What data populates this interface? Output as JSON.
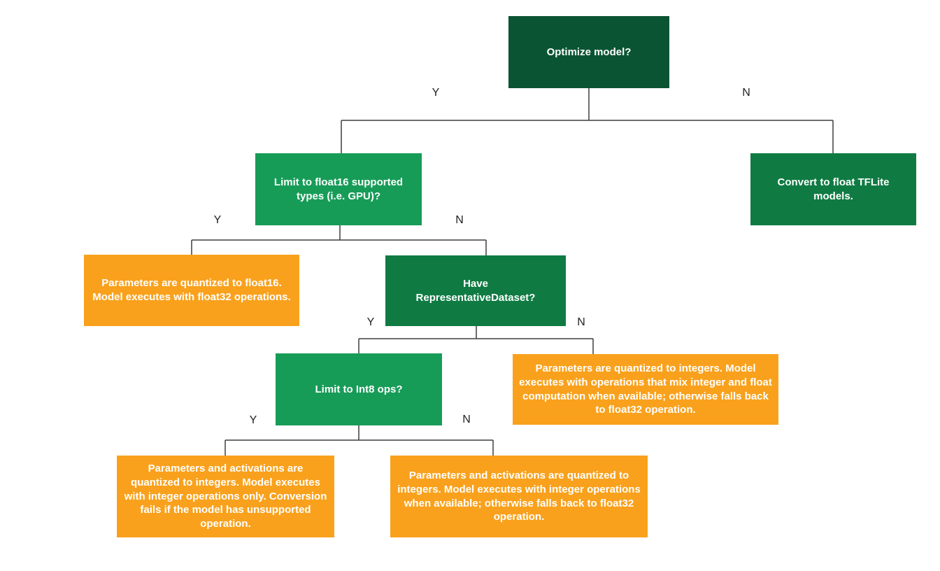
{
  "diagram": {
    "nodes": {
      "optimize": {
        "label": "Optimize model?"
      },
      "limit_float16": {
        "label": "Limit to float16 supported types (i.e. GPU)?"
      },
      "convert_float": {
        "label": "Convert to float TFLite models."
      },
      "float16_result": {
        "label": "Parameters are quantized to float16. Model executes with float32 operations."
      },
      "have_representative_dataset": {
        "label": "Have RepresentativeDataset?"
      },
      "limit_int8": {
        "label": "Limit to Int8 ops?"
      },
      "mixed_result": {
        "label": "Parameters are quantized to integers. Model executes with operations that mix integer and float computation when available; otherwise falls back to float32 operation."
      },
      "int8_only_result": {
        "label": "Parameters and activations are quantized to integers. Model executes with integer operations only. Conversion fails if the model has unsupported operation."
      },
      "int8_fallback_result": {
        "label": "Parameters and activations are quantized to integers. Model executes with integer operations when available; otherwise falls back to float32 operation."
      }
    },
    "edge_labels": {
      "optimize_yes": "Y",
      "optimize_no": "N",
      "limit_float16_yes": "Y",
      "limit_float16_no": "N",
      "have_representative_dataset_yes": "Y",
      "have_representative_dataset_no": "N",
      "limit_int8_yes": "Y",
      "limit_int8_no": "N"
    },
    "colors": {
      "dark_green": "#0b5433",
      "medium_green": "#0f7b43",
      "light_green": "#179c58",
      "orange": "#f9a11c",
      "connector_line": "#3f3f3f",
      "node_text": "#ffffff",
      "edge_label_text": "#1f1f1f"
    }
  }
}
